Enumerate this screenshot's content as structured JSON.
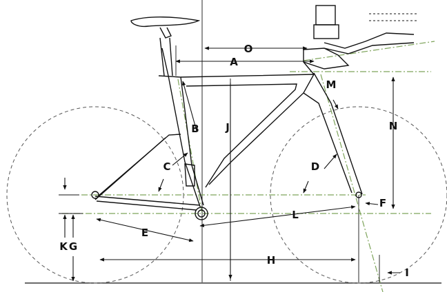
{
  "labels": {
    "A": "A",
    "B": "B",
    "C": "C",
    "D": "D",
    "E": "E",
    "F": "F",
    "G": "G",
    "H": "H",
    "I": "I",
    "J": "J",
    "K": "K",
    "L": "L",
    "M": "M",
    "N": "N",
    "O": "O"
  },
  "colors": {
    "line": "#111111",
    "centerline": "#7da35a",
    "wheel": "#555555",
    "background": "#ffffff"
  }
}
